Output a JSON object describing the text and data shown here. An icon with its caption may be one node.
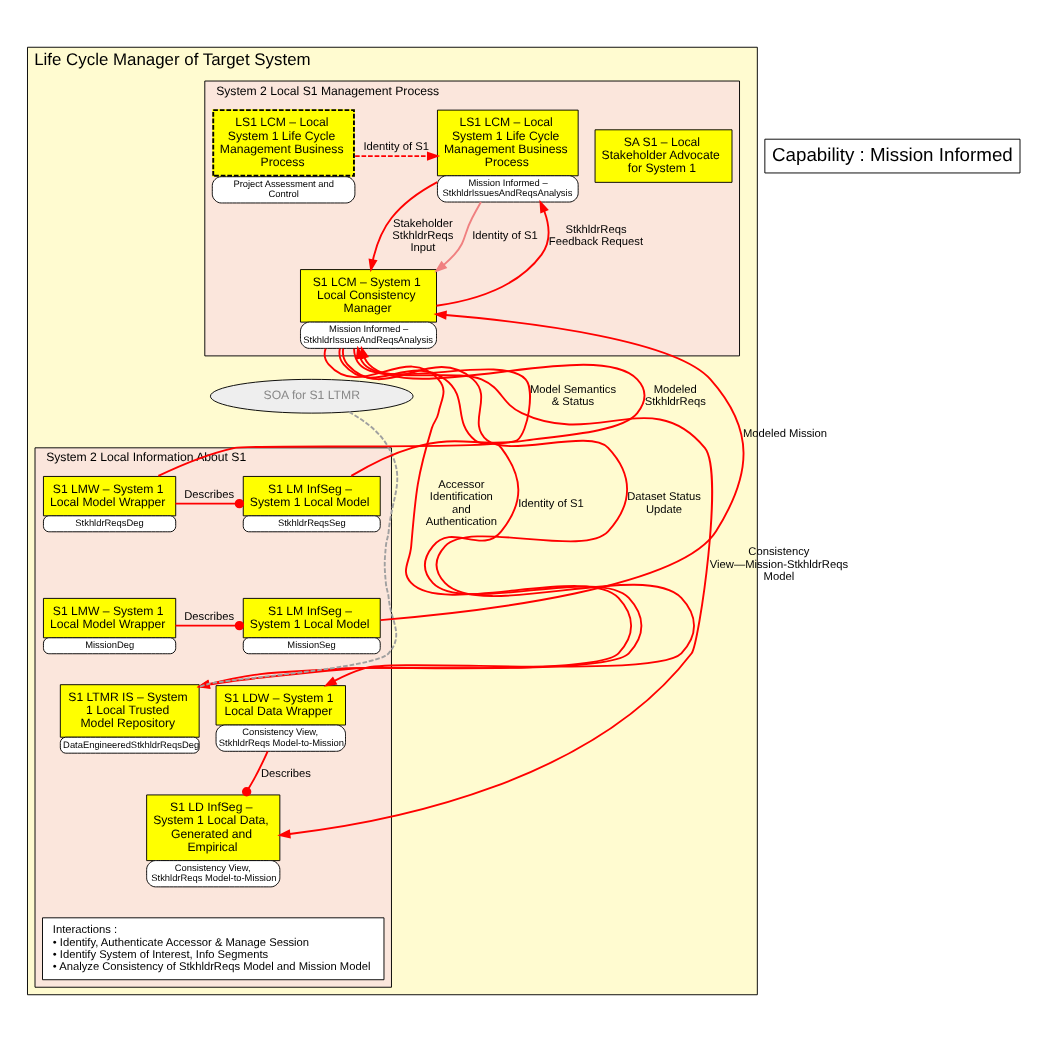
{
  "diagram": {
    "nodes": [
      {
        "text": [
          "Life Cycle Manager of Target System"
        ]
      },
      {
        "text": [
          "Capability : Mission Informed"
        ]
      },
      {
        "text": [
          "System 2 Local S1 Management Process"
        ],
        "in": 0
      },
      {
        "text": [
          "SA S1 – Local Stakeholder Advocate for System 1"
        ],
        "in": 2
      },
      {
        "text": [
          "LS1 LCM – Local System 1 Life Cycle Management Business Process"
        ],
        "in": 2,
        "beside": [
          "Mission Informed – StkhldrIssuesAndReqsAnalysis"
        ]
      },
      {
        "text": [
          "LS1 LCM – Local System 1 Life Cycle Management Business Process"
        ],
        "in": 2,
        "beside": [
          "Project Assessment and Control"
        ]
      },
      {
        "text": [
          "S1 LCM – System 1 Local Consistency Manager"
        ],
        "in": 2,
        "beside": [
          "Mission Informed – StkhldrIssuesAndReqsAnalysis"
        ]
      },
      {
        "text": [
          "SOA for S1 LTMR"
        ],
        "in": 0
      },
      {
        "text": [
          "System 2 Local Information About S1"
        ],
        "in": 0
      },
      {
        "text": [
          "S1 LMW – System 1 Local Model Wrapper"
        ],
        "in": 8,
        "beside": [
          "StkhldrReqsDeg"
        ]
      },
      {
        "text": [
          "S1 LM InfSeg – System 1 Local Model"
        ],
        "in": 8,
        "beside": [
          "StkhldrReqsSeg"
        ]
      },
      {
        "text": [
          "S1 LMW – System 1 Local Model Wrapper"
        ],
        "in": 8,
        "beside": [
          "MissionDeg"
        ]
      },
      {
        "text": [
          "S1 LM InfSeg – System 1 Local Model"
        ],
        "in": 8,
        "beside": [
          "MissionSeg"
        ]
      },
      {
        "text": [
          "S1 LTMR IS – System 1 Local Trusted Model Repository"
        ],
        "in": 8,
        "beside": [
          "DataEngineeredStkhldrReqsDeg"
        ]
      },
      {
        "text": [
          "S1 LDW – System 1 Local Data Wrapper"
        ],
        "in": 8,
        "beside": [
          "Consistency View, StkhldrReqs Model-to-Mission"
        ]
      },
      {
        "text": [
          "S1 LD InfSeg – System 1 Local Data, Generated and Empirical"
        ],
        "in": 8,
        "beside": [
          "Consistency View, StkhldrReqs Model-to-Mission"
        ]
      },
      {
        "text": [
          "Interactions :",
          "• Identify, Authenticate Accessor & Manage Session",
          "• Identify System of Interest, Info Segments",
          "• Analyze Consistency of StkhldrReqs Model and Mission Model"
        ],
        "in": 8
      }
    ],
    "edges": [
      {
        "from": 5,
        "to": 4,
        "arrow": "to",
        "label": "Identity of S1",
        "style": "dashed"
      },
      {
        "from": 4,
        "to": 6,
        "arrow": "to",
        "label": "Stakeholder StkhldrReqs Input"
      },
      {
        "from": 6,
        "to": 4,
        "arrow": "to",
        "label": "StkhldrReqs Feedback Request"
      },
      {
        "from": 4,
        "to": 6,
        "arrow": "to",
        "label": "Identity of S1",
        "color": "#f08080"
      },
      {
        "from": 6,
        "to": 13,
        "arrow": "to",
        "label": "Accessor Identification and Authentication"
      },
      {
        "from": 6,
        "to": 13,
        "arrow": "to",
        "label": "Identity of S1"
      },
      {
        "from": 9,
        "to": 6,
        "arrow": "to",
        "label": "Model Semantics & Status"
      },
      {
        "from": 6,
        "to": 14,
        "arrow": "to",
        "label": "Dataset Status Update"
      },
      {
        "from": 10,
        "to": 6,
        "arrow": "to",
        "label": "Modeled StkhldrReqs"
      },
      {
        "from": 12,
        "to": 6,
        "arrow": "to",
        "label": "Modeled Mission"
      },
      {
        "from": 6,
        "to": 15,
        "arrow": "to",
        "label": "Consistency View—Mission-StkhldrReqs Model"
      },
      {
        "from": 9,
        "to": 10,
        "arrow": "other",
        "label": "Describes"
      },
      {
        "from": 11,
        "to": 12,
        "arrow": "other",
        "label": "Describes"
      },
      {
        "from": 14,
        "to": 15,
        "arrow": "other",
        "label": "Describes"
      },
      {
        "from": 7,
        "to": 13,
        "arrow": "none",
        "style": "dashed",
        "color": "#a0a0a0"
      }
    ]
  }
}
